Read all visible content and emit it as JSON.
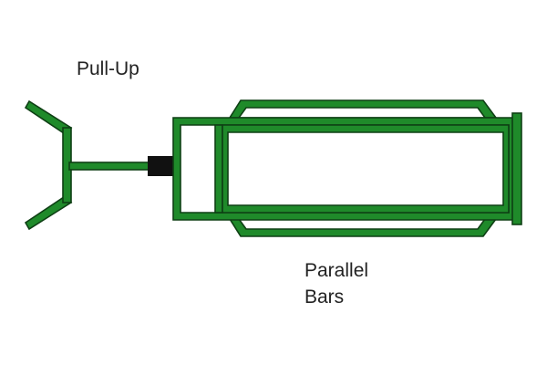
{
  "colors": {
    "frame_fill": "#1f8a2a",
    "frame_stroke": "#0e3f14",
    "connector": "#111111",
    "label_text": "#222222"
  },
  "labels": {
    "pull_up": "Pull-Up",
    "parallel_bars_line1": "Parallel",
    "parallel_bars_line2": "Bars"
  },
  "icons": {
    "pull_up_station": "y-shaped-pullup-frame",
    "parallel_bars_station": "rectangular-bar-frame"
  }
}
